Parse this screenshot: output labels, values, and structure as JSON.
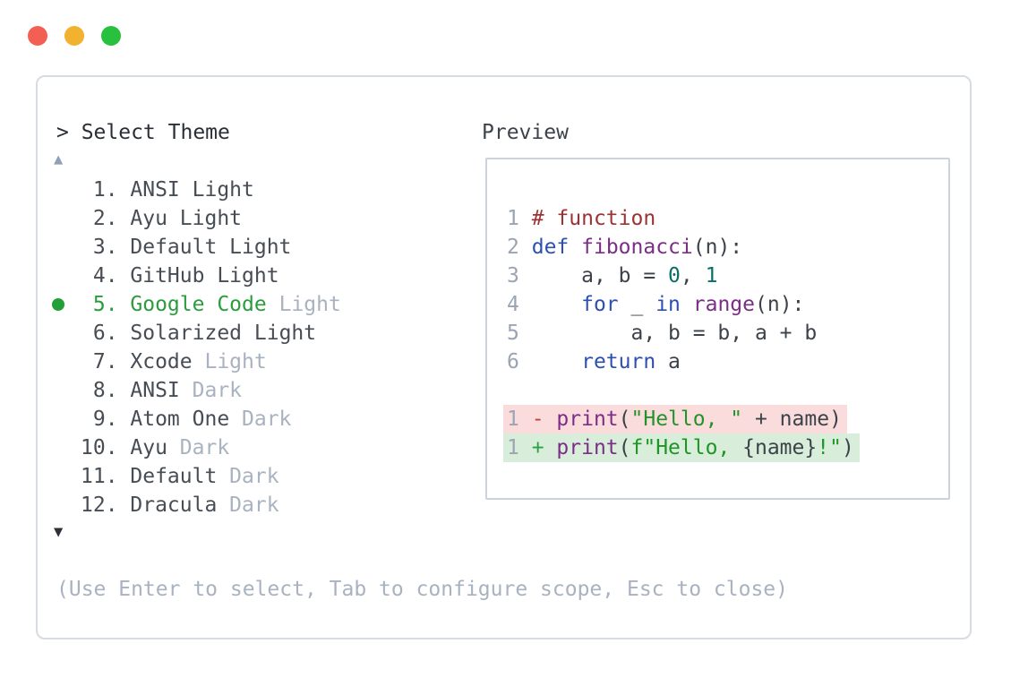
{
  "window": {
    "traffic_lights": [
      {
        "name": "close",
        "color": "#f35f52"
      },
      {
        "name": "minimize",
        "color": "#f2b12e"
      },
      {
        "name": "zoom",
        "color": "#27c13e"
      }
    ]
  },
  "picker": {
    "prompt": "> Select Theme",
    "scroll_up_icon": "▲",
    "scroll_down_icon": "▼",
    "items": [
      {
        "num": "1",
        "name": "ANSI",
        "variant": "Light",
        "variant_dim": false,
        "selected": false
      },
      {
        "num": "2",
        "name": "Ayu",
        "variant": "Light",
        "variant_dim": false,
        "selected": false
      },
      {
        "num": "3",
        "name": "Default",
        "variant": "Light",
        "variant_dim": false,
        "selected": false
      },
      {
        "num": "4",
        "name": "GitHub",
        "variant": "Light",
        "variant_dim": false,
        "selected": false
      },
      {
        "num": "5",
        "name": "Google Code",
        "variant": "Light",
        "variant_dim": true,
        "selected": true
      },
      {
        "num": "6",
        "name": "Solarized",
        "variant": "Light",
        "variant_dim": false,
        "selected": false
      },
      {
        "num": "7",
        "name": "Xcode",
        "variant": "Light",
        "variant_dim": true,
        "selected": false
      },
      {
        "num": "8",
        "name": "ANSI",
        "variant": "Dark",
        "variant_dim": true,
        "selected": false
      },
      {
        "num": "9",
        "name": "Atom One",
        "variant": "Dark",
        "variant_dim": true,
        "selected": false
      },
      {
        "num": "10",
        "name": "Ayu",
        "variant": "Dark",
        "variant_dim": true,
        "selected": false
      },
      {
        "num": "11",
        "name": "Default",
        "variant": "Dark",
        "variant_dim": true,
        "selected": false
      },
      {
        "num": "12",
        "name": "Dracula",
        "variant": "Dark",
        "variant_dim": true,
        "selected": false
      }
    ],
    "hint": "(Use Enter to select, Tab to configure scope, Esc to close)"
  },
  "preview": {
    "label": "Preview",
    "code_lines": [
      {
        "num": "1",
        "tokens": [
          {
            "c": "comment",
            "t": "# function"
          }
        ]
      },
      {
        "num": "2",
        "tokens": [
          {
            "c": "keyword",
            "t": "def"
          },
          {
            "c": "plain",
            "t": " "
          },
          {
            "c": "title",
            "t": "fibonacci"
          },
          {
            "c": "plain",
            "t": "(n):"
          }
        ]
      },
      {
        "num": "3",
        "tokens": [
          {
            "c": "plain",
            "t": "    a, b = "
          },
          {
            "c": "number",
            "t": "0"
          },
          {
            "c": "plain",
            "t": ", "
          },
          {
            "c": "number",
            "t": "1"
          }
        ]
      },
      {
        "num": "4",
        "tokens": [
          {
            "c": "plain",
            "t": "    "
          },
          {
            "c": "keyword",
            "t": "for"
          },
          {
            "c": "plain",
            "t": " _ "
          },
          {
            "c": "keyword",
            "t": "in"
          },
          {
            "c": "plain",
            "t": " "
          },
          {
            "c": "title",
            "t": "range"
          },
          {
            "c": "plain",
            "t": "(n):"
          }
        ]
      },
      {
        "num": "5",
        "tokens": [
          {
            "c": "plain",
            "t": "        a, b = b, a + b"
          }
        ]
      },
      {
        "num": "6",
        "tokens": [
          {
            "c": "plain",
            "t": "    "
          },
          {
            "c": "keyword",
            "t": "return"
          },
          {
            "c": "plain",
            "t": " a"
          }
        ]
      }
    ],
    "diff_lines": [
      {
        "num": "1",
        "sign": "-",
        "kind": "removed",
        "tokens": [
          {
            "c": "title",
            "t": "print"
          },
          {
            "c": "plain",
            "t": "("
          },
          {
            "c": "string",
            "t": "\"Hello, \""
          },
          {
            "c": "plain",
            "t": " + name)"
          }
        ]
      },
      {
        "num": "1",
        "sign": "+",
        "kind": "added",
        "tokens": [
          {
            "c": "title",
            "t": "print"
          },
          {
            "c": "plain",
            "t": "("
          },
          {
            "c": "string",
            "t": "f\"Hello, "
          },
          {
            "c": "plain",
            "t": "{name}"
          },
          {
            "c": "string",
            "t": "!\""
          },
          {
            "c": "plain",
            "t": ")"
          }
        ]
      }
    ]
  },
  "colors": {
    "selected_green": "#2b9c3e",
    "bullet_green": "#22a038",
    "dim_text": "#a9b2c0",
    "item_text": "#474d55",
    "prompt_text": "#2a2f37",
    "panel_border": "#d7dbe2",
    "preview_border": "#ced3db",
    "line_number": "#9aa4b2",
    "syntax_comment": "#9c3333",
    "syntax_keyword": "#2e4fb2",
    "syntax_title": "#7c2d87",
    "syntax_number": "#0b6e66",
    "syntax_string": "#219427",
    "diff_removed_bg": "#fbdcdd",
    "diff_added_bg": "#d8eedb",
    "diff_minus": "#c0413d",
    "diff_plus": "#2f9e44"
  }
}
